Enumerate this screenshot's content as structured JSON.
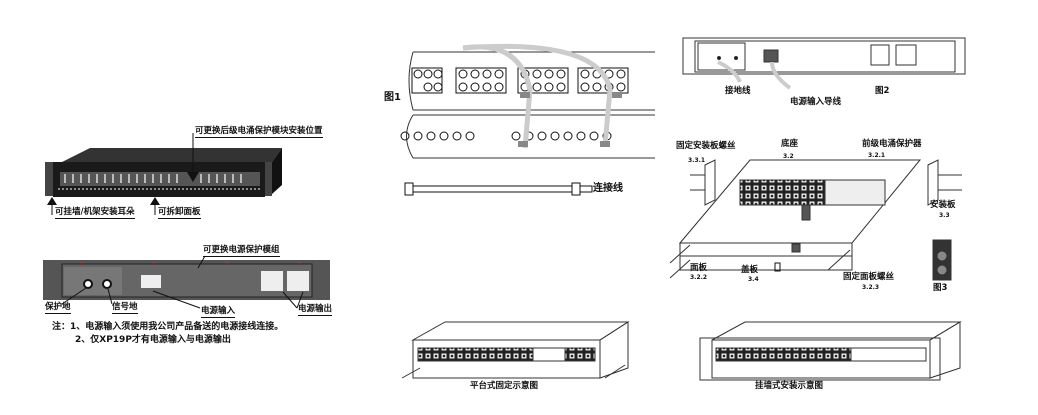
{
  "left_top": {
    "module_position_label": "可更换后级电涌保护模块安装位置",
    "ear_label": "可挂墙/机架安装耳朵",
    "panel_label": "可拆卸面板"
  },
  "rear_panel": {
    "module_group_label": "可更换电源保护模组",
    "protect_ground": "保护地",
    "signal_ground": "信号地",
    "power_input": "电源输入",
    "power_output": "电源输出"
  },
  "notes": {
    "line1": "注：1、电源输入须使用我公司产品备送的电源接线连接。",
    "line2": "2、仅XP19P才有电源输入与电源输出"
  },
  "figure1": {
    "title": "图1",
    "cable_label": "连接线"
  },
  "figure2": {
    "title": "图2",
    "ground_wire": "接地线",
    "power_lead": "电源输入导线"
  },
  "exploded": {
    "mount_screw": "固定安装板螺丝",
    "mount_screw_num": "3.3.1",
    "base": "底座",
    "base_num": "3.2",
    "front_protector": "前级电涌保护器",
    "front_protector_num": "3.2.1",
    "mount_plate": "安装板",
    "mount_plate_num": "3.3",
    "panel": "面板",
    "panel_num": "3.2.2",
    "cover": "盖板",
    "cover_num": "3.4",
    "panel_screw": "固定面板螺丝",
    "panel_screw_num": "3.2.3",
    "figure3": "图3"
  },
  "installs": {
    "desktop": "平台式固定示意图",
    "wall": "挂墙式安装示意图"
  }
}
